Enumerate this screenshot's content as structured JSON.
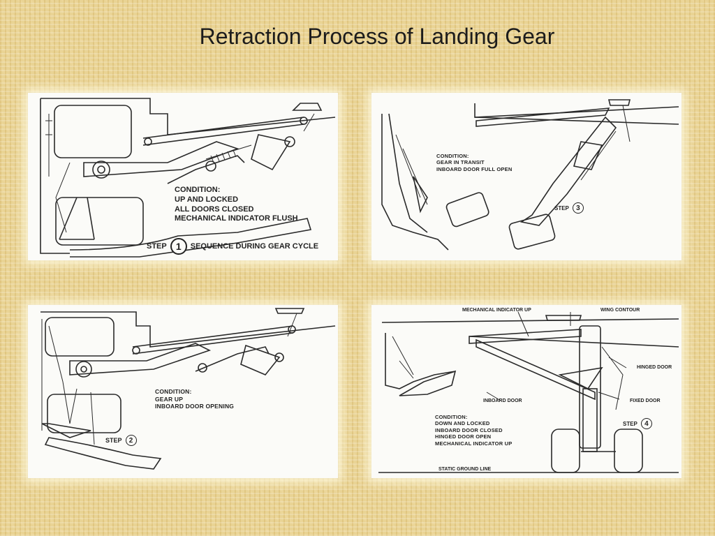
{
  "slide": {
    "title": "Retraction Process of Landing Gear"
  },
  "panels": {
    "step1": {
      "condition": [
        "CONDITION:",
        "UP AND LOCKED",
        "ALL DOORS CLOSED",
        "MECHANICAL INDICATOR FLUSH"
      ],
      "step_label": "STEP",
      "step_number": "1",
      "caption": "SEQUENCE DURING GEAR CYCLE"
    },
    "step2": {
      "condition": [
        "CONDITION:",
        "GEAR UP",
        "INBOARD DOOR OPENING"
      ],
      "step_label": "STEP",
      "step_number": "2"
    },
    "step3": {
      "condition": [
        "CONDITION:",
        "GEAR IN TRANSIT",
        "INBOARD DOOR FULL OPEN"
      ],
      "step_label": "STEP",
      "step_number": "3"
    },
    "step4": {
      "condition": [
        "CONDITION:",
        "DOWN AND LOCKED",
        "INBOARD DOOR CLOSED",
        "HINGED DOOR OPEN",
        "MECHANICAL INDICATOR UP"
      ],
      "step_label": "STEP",
      "step_number": "4",
      "callouts": {
        "mechanical_indicator": "MECHANICAL INDICATOR UP",
        "wing_contour": "WING CONTOUR",
        "hinged_door": "HINGED DOOR",
        "inboard_door": "INBOARD DOOR",
        "fixed_door": "FIXED DOOR",
        "ground_line": "STATIC GROUND LINE"
      }
    }
  }
}
